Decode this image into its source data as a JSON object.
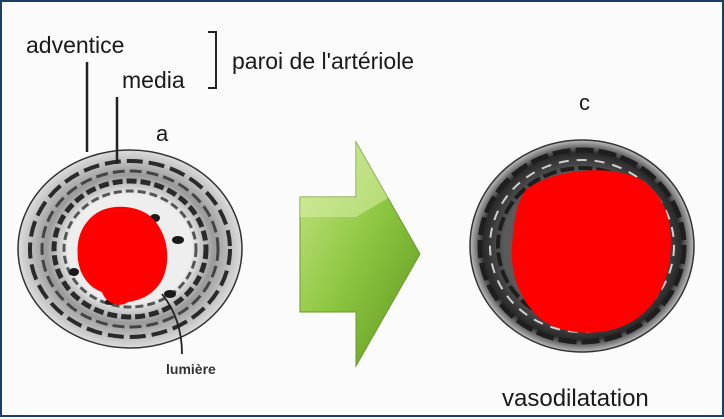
{
  "labels": {
    "adventice": "adventice",
    "media": "media",
    "paroi": "paroi de l'artériole",
    "a": "a",
    "c": "c",
    "lumiere": "lumière",
    "vasodilatation": "vasodilatation"
  },
  "colors": {
    "frame": "#1c3f66",
    "lumen": "#ff0000",
    "arrow": "#8cc63f",
    "wall": "#2a2a2a"
  },
  "icons": {
    "arrow": "right-arrow-icon"
  }
}
